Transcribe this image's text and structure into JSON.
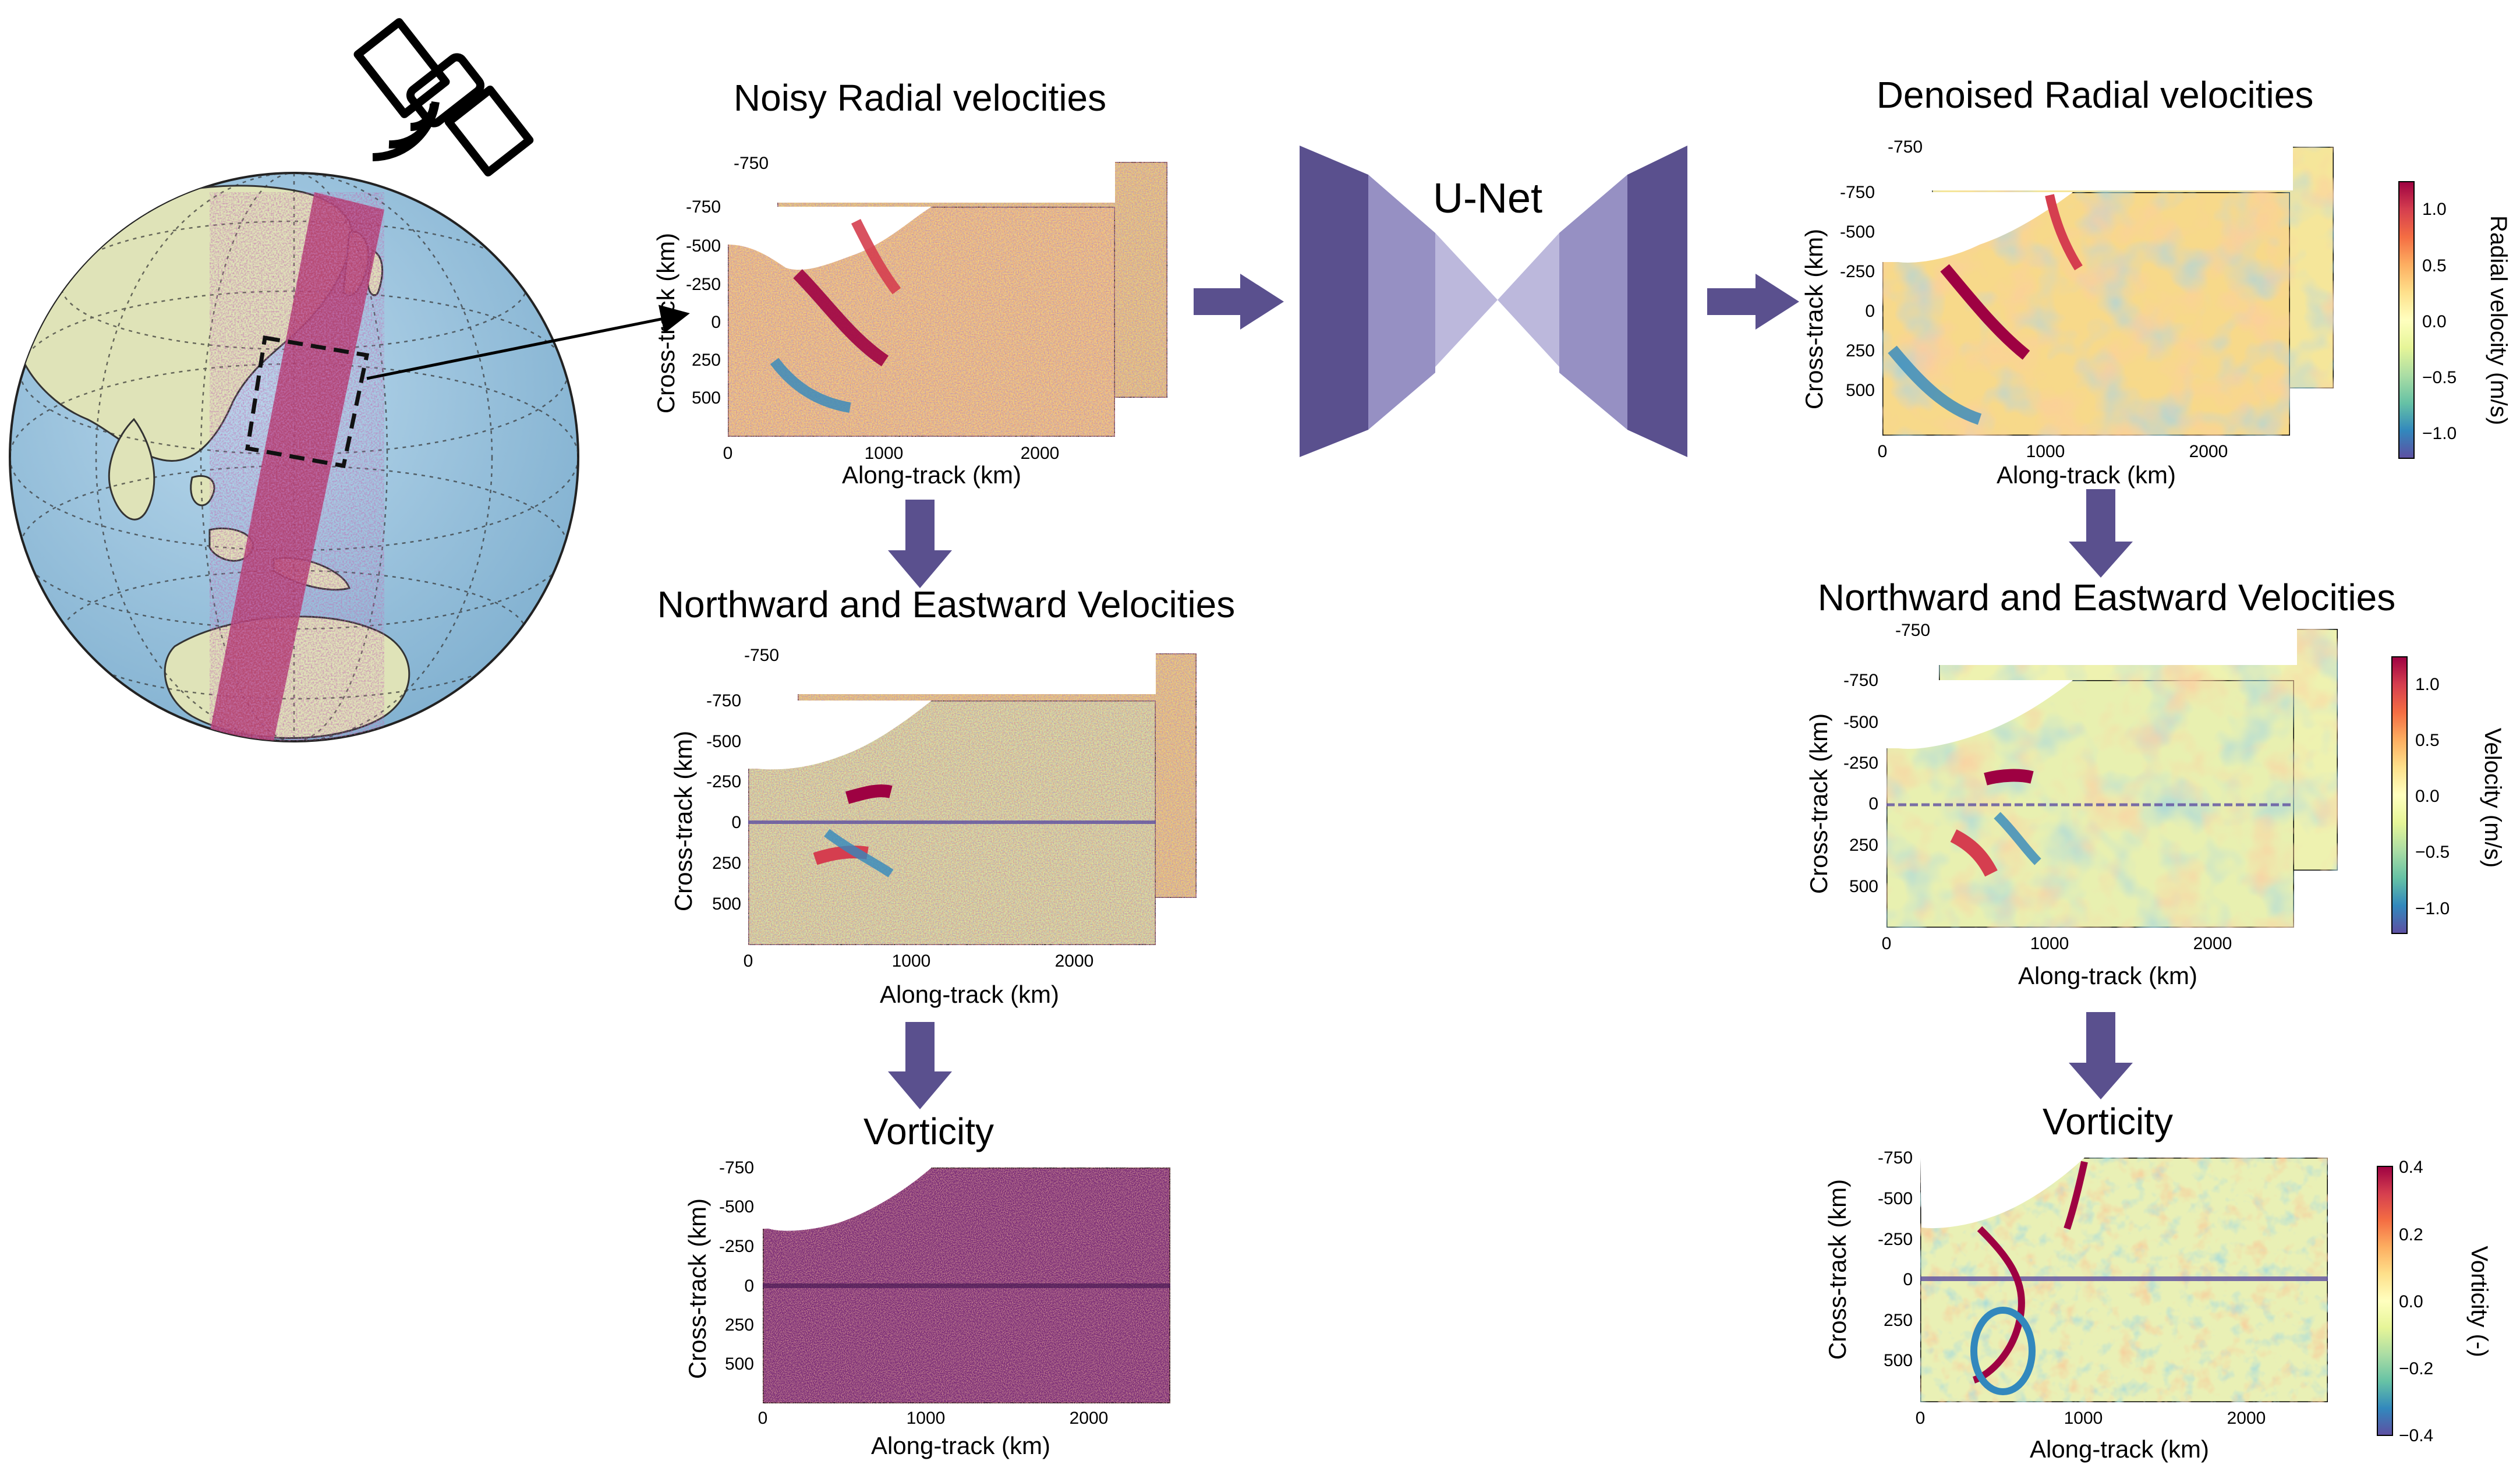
{
  "unet": {
    "label": "U-Net"
  },
  "left": {
    "noisy_title": "Noisy Radial velocities",
    "velocities_title": "Northward and Eastward Velocities",
    "vorticity_title": "Vorticity"
  },
  "right": {
    "denoised_title": "Denoised Radial velocities",
    "velocities_title": "Northward and Eastward Velocities",
    "vorticity_title": "Vorticity"
  },
  "axes": {
    "xlabel": "Along-track (km)",
    "ylabel": "Cross-track (km)",
    "xticks": [
      "0",
      "1000",
      "2000"
    ],
    "yticks": [
      "-750",
      "-500",
      "-250",
      "0",
      "250",
      "500"
    ],
    "back_ytick": "-750"
  },
  "colorbars": {
    "radial": {
      "label": "Radial velocity (m/s)",
      "ticks": [
        "1.0",
        "0.5",
        "0.0",
        "−0.5",
        "−1.0"
      ]
    },
    "velocity": {
      "label": "Velocity (m/s)",
      "ticks": [
        "1.0",
        "0.5",
        "0.0",
        "−0.5",
        "−1.0"
      ]
    },
    "vorticity": {
      "label": "Vorticity (-)",
      "ticks": [
        "0.4",
        "0.2",
        "0.0",
        "−0.2",
        "−0.4"
      ]
    }
  },
  "colors": {
    "arrow": "#5a508e",
    "unet_dark": "#5a508e",
    "unet_mid": "#9690c3",
    "unet_light": "#bcb8dc",
    "ocean": "#9ec5e0",
    "land": "#dfe3b8",
    "vorticity_noise": "#7a2a78"
  },
  "icons": {
    "satellite": "satellite-icon",
    "globe": "globe-icon"
  }
}
